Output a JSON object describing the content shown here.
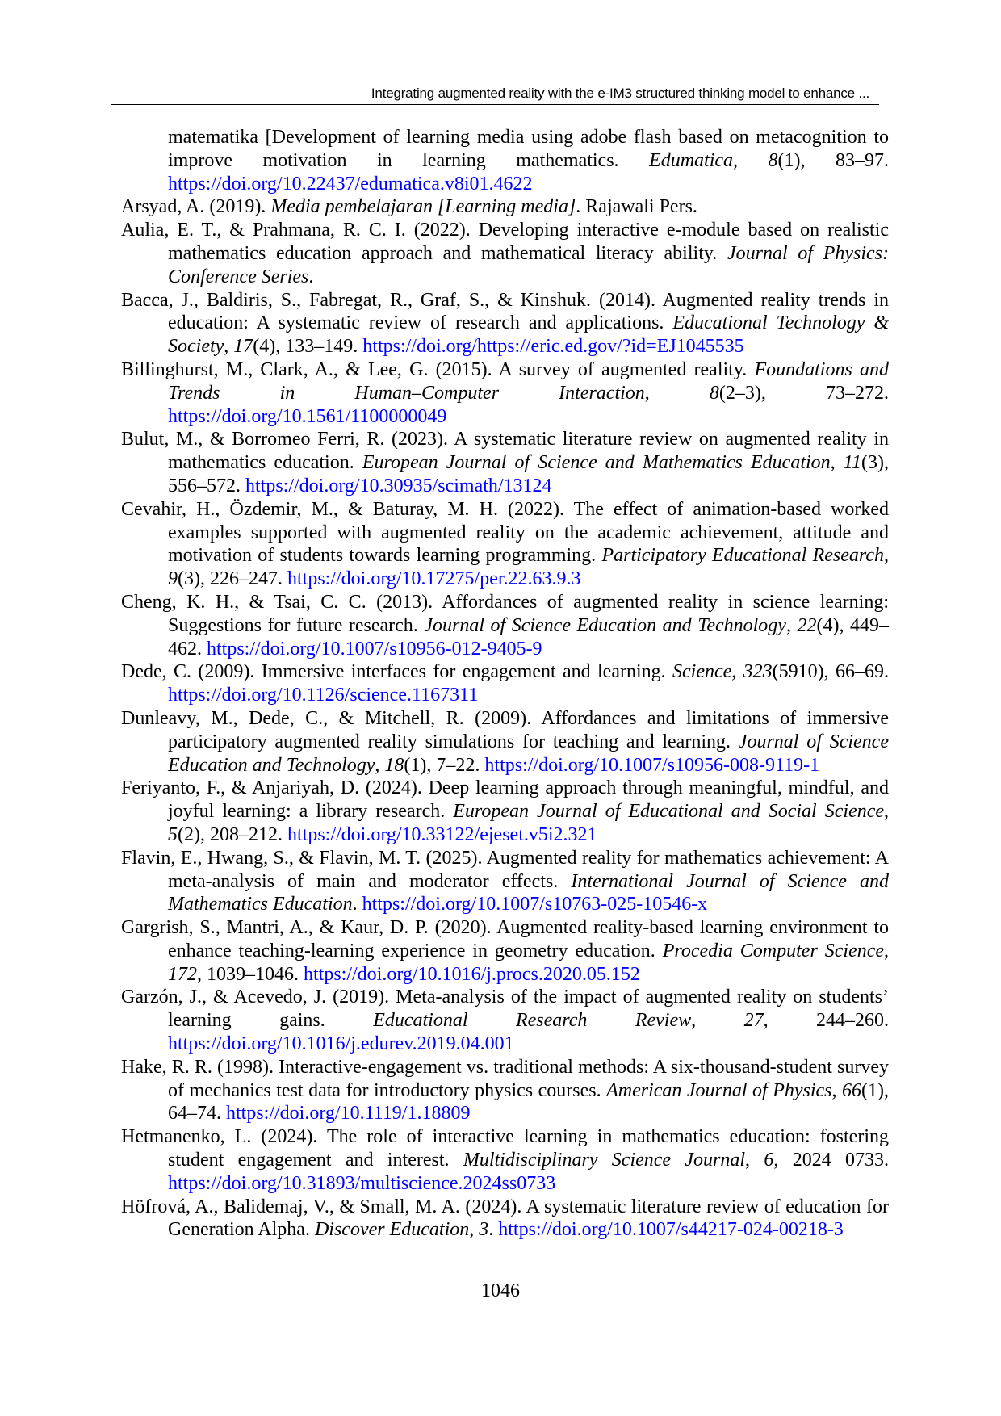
{
  "header": {
    "running_title": "Integrating augmented reality with the e-IM3 structured thinking model to enhance ..."
  },
  "references": [
    {
      "parts": [
        {
          "s": "n",
          "t": "matematika [Development of learning media using adobe flash based on metacognition to improve motivation in learning mathematics. "
        },
        {
          "s": "i",
          "t": "Edumatica"
        },
        {
          "s": "n",
          "t": ", "
        },
        {
          "s": "i",
          "t": "8"
        },
        {
          "s": "n",
          "t": "(1), 83–97. "
        },
        {
          "s": "a",
          "t": "https://doi.org/10.22437/edumatica.v8i01.4622"
        }
      ],
      "continuation": true
    },
    {
      "parts": [
        {
          "s": "n",
          "t": "Arsyad, A. (2019). "
        },
        {
          "s": "i",
          "t": "Media pembelajaran [Learning media]"
        },
        {
          "s": "n",
          "t": ". Rajawali Pers."
        }
      ]
    },
    {
      "parts": [
        {
          "s": "n",
          "t": "Aulia, E. T., & Prahmana, R. C. I. (2022). Developing interactive e-module based on realistic mathematics education approach and mathematical literacy ability. "
        },
        {
          "s": "i",
          "t": "Journal of Physics: Conference Series"
        },
        {
          "s": "n",
          "t": "."
        }
      ]
    },
    {
      "parts": [
        {
          "s": "n",
          "t": "Bacca, J., Baldiris, S., Fabregat, R., Graf, S., & Kinshuk. (2014). Augmented reality trends in education: A systematic review of research and applications. "
        },
        {
          "s": "i",
          "t": "Educational Technology & Society"
        },
        {
          "s": "n",
          "t": ", "
        },
        {
          "s": "i",
          "t": "17"
        },
        {
          "s": "n",
          "t": "(4), 133–149. "
        },
        {
          "s": "a",
          "t": "https://doi.org/https://eric.ed.gov/?id=EJ1045535"
        }
      ]
    },
    {
      "parts": [
        {
          "s": "n",
          "t": "Billinghurst, M., Clark, A., & Lee, G. (2015). A survey of augmented reality. "
        },
        {
          "s": "i",
          "t": "Foundations and Trends in Human–Computer Interaction"
        },
        {
          "s": "n",
          "t": ", "
        },
        {
          "s": "i",
          "t": "8"
        },
        {
          "s": "n",
          "t": "(2–3), 73–272. "
        },
        {
          "s": "a",
          "t": "https://doi.org/10.1561/1100000049"
        }
      ]
    },
    {
      "parts": [
        {
          "s": "n",
          "t": "Bulut, M., & Borromeo Ferri, R. (2023). A systematic literature review on augmented reality in mathematics education. "
        },
        {
          "s": "i",
          "t": "European Journal of Science and Mathematics Education"
        },
        {
          "s": "n",
          "t": ", "
        },
        {
          "s": "i",
          "t": "11"
        },
        {
          "s": "n",
          "t": "(3), 556–572. "
        },
        {
          "s": "a",
          "t": "https://doi.org/10.30935/scimath/13124"
        }
      ]
    },
    {
      "parts": [
        {
          "s": "n",
          "t": "Cevahir, H., Özdemir, M., & Baturay, M. H. (2022). The effect of animation-based worked examples supported with augmented reality on the academic achievement, attitude and motivation of students towards learning programming. "
        },
        {
          "s": "i",
          "t": "Participatory Educational Research"
        },
        {
          "s": "n",
          "t": ", "
        },
        {
          "s": "i",
          "t": "9"
        },
        {
          "s": "n",
          "t": "(3), 226–247. "
        },
        {
          "s": "a",
          "t": "https://doi.org/10.17275/per.22.63.9.3"
        }
      ]
    },
    {
      "parts": [
        {
          "s": "n",
          "t": "Cheng, K. H., & Tsai, C. C. (2013). Affordances of augmented reality in science learning: Suggestions for future research. "
        },
        {
          "s": "i",
          "t": "Journal of Science Education and Technology"
        },
        {
          "s": "n",
          "t": ", "
        },
        {
          "s": "i",
          "t": "22"
        },
        {
          "s": "n",
          "t": "(4), 449–462. "
        },
        {
          "s": "a",
          "t": "https://doi.org/10.1007/s10956-012-9405-9"
        }
      ]
    },
    {
      "parts": [
        {
          "s": "n",
          "t": "Dede, C. (2009). Immersive interfaces for engagement and learning. "
        },
        {
          "s": "i",
          "t": "Science"
        },
        {
          "s": "n",
          "t": ", "
        },
        {
          "s": "i",
          "t": "323"
        },
        {
          "s": "n",
          "t": "(5910), 66–69. "
        },
        {
          "s": "a",
          "t": "https://doi.org/10.1126/science.1167311"
        }
      ]
    },
    {
      "parts": [
        {
          "s": "n",
          "t": "Dunleavy, M., Dede, C., & Mitchell, R. (2009). Affordances and limitations of immersive participatory augmented reality simulations for teaching and learning. "
        },
        {
          "s": "i",
          "t": "Journal of Science Education and Technology"
        },
        {
          "s": "n",
          "t": ", "
        },
        {
          "s": "i",
          "t": "18"
        },
        {
          "s": "n",
          "t": "(1), 7–22. "
        },
        {
          "s": "a",
          "t": "https://doi.org/10.1007/s10956-008-9119-1"
        }
      ]
    },
    {
      "parts": [
        {
          "s": "n",
          "t": "Feriyanto, F., & Anjariyah, D. (2024). Deep learning approach through meaningful, mindful, and joyful learning: a library research. "
        },
        {
          "s": "i",
          "t": "European Journal of Educational and Social Science"
        },
        {
          "s": "n",
          "t": ", "
        },
        {
          "s": "i",
          "t": "5"
        },
        {
          "s": "n",
          "t": "(2), 208–212. "
        },
        {
          "s": "a",
          "t": "https://doi.org/10.33122/ejeset.v5i2.321"
        }
      ]
    },
    {
      "parts": [
        {
          "s": "n",
          "t": "Flavin, E., Hwang, S., & Flavin, M. T. (2025). Augmented reality for mathematics achievement: A meta-analysis of main and moderator effects. "
        },
        {
          "s": "i",
          "t": "International Journal of Science and Mathematics Education"
        },
        {
          "s": "n",
          "t": ". "
        },
        {
          "s": "a",
          "t": "https://doi.org/10.1007/s10763-025-10546-x"
        }
      ]
    },
    {
      "parts": [
        {
          "s": "n",
          "t": "Gargrish, S., Mantri, A., & Kaur, D. P. (2020). Augmented reality-based learning environment to enhance teaching-learning experience in geometry education. "
        },
        {
          "s": "i",
          "t": "Procedia Computer Science"
        },
        {
          "s": "n",
          "t": ", "
        },
        {
          "s": "i",
          "t": "172"
        },
        {
          "s": "n",
          "t": ", 1039–1046. "
        },
        {
          "s": "a",
          "t": "https://doi.org/10.1016/j.procs.2020.05.152"
        }
      ]
    },
    {
      "parts": [
        {
          "s": "n",
          "t": "Garzón, J., & Acevedo, J. (2019). Meta-analysis of the impact of augmented reality on students’ learning gains. "
        },
        {
          "s": "i",
          "t": "Educational Research Review"
        },
        {
          "s": "n",
          "t": ", "
        },
        {
          "s": "i",
          "t": "27"
        },
        {
          "s": "n",
          "t": ", 244–260. "
        },
        {
          "s": "a",
          "t": "https://doi.org/10.1016/j.edurev.2019.04.001"
        }
      ]
    },
    {
      "parts": [
        {
          "s": "n",
          "t": "Hake, R. R. (1998). Interactive-engagement vs. traditional methods: A six-thousand-student survey of mechanics test data for introductory physics courses. "
        },
        {
          "s": "i",
          "t": "American Journal of Physics"
        },
        {
          "s": "n",
          "t": ", "
        },
        {
          "s": "i",
          "t": "66"
        },
        {
          "s": "n",
          "t": "(1), 64–74. "
        },
        {
          "s": "a",
          "t": "https://doi.org/10.1119/1.18809"
        }
      ]
    },
    {
      "parts": [
        {
          "s": "n",
          "t": "Hetmanenko, L. (2024). The role of interactive learning in mathematics education: fostering student engagement and interest. "
        },
        {
          "s": "i",
          "t": "Multidisciplinary Science Journal"
        },
        {
          "s": "n",
          "t": ", "
        },
        {
          "s": "i",
          "t": "6"
        },
        {
          "s": "n",
          "t": ", 2024 0733. "
        },
        {
          "s": "a",
          "t": "https://doi.org/10.31893/multiscience.2024ss0733"
        }
      ]
    },
    {
      "parts": [
        {
          "s": "n",
          "t": "Höfrová, A., Balidemaj, V., & Small, M. A. (2024). A systematic literature review of education for Generation Alpha. "
        },
        {
          "s": "i",
          "t": "Discover Education"
        },
        {
          "s": "n",
          "t": ", "
        },
        {
          "s": "i",
          "t": "3"
        },
        {
          "s": "n",
          "t": ". "
        },
        {
          "s": "a",
          "t": "https://doi.org/10.1007/s44217-024-00218-3"
        }
      ]
    }
  ],
  "footer": {
    "page_number": "1046"
  }
}
